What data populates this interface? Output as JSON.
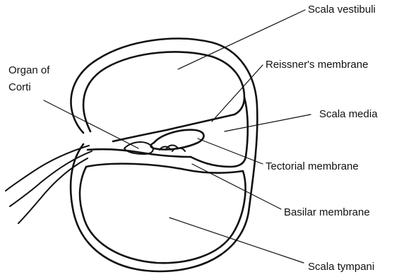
{
  "labels": {
    "scala_vestibuli": "Scala vestibuli",
    "reissners_membrane": "Reissner's membrane",
    "scala_media": "Scala media",
    "tectorial_membrane": "Tectorial membrane",
    "basilar_membrane": "Basilar membrane",
    "scala_tympani": "Scala tympani",
    "organ_of_corti_line1": "Organ of",
    "organ_of_corti_line2": "Corti"
  }
}
